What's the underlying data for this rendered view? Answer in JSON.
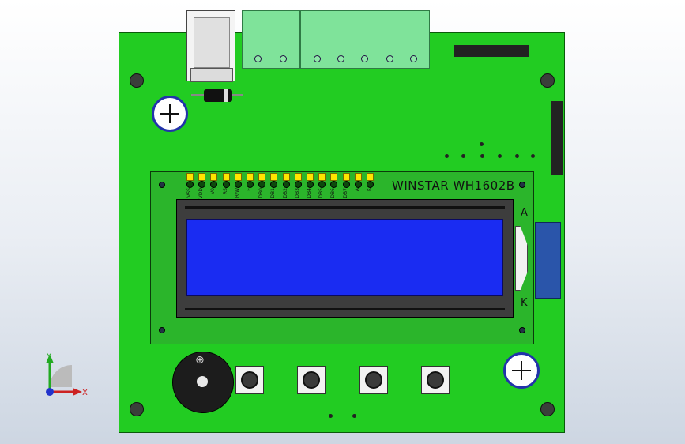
{
  "lcd": {
    "model_text": "WINSTAR WH1602B",
    "pin_labels": [
      "VSS",
      "VDD",
      "V0",
      "RS",
      "R/W",
      "E",
      "DB0",
      "DB1",
      "DB2",
      "DB3",
      "DB4",
      "DB5",
      "DB6",
      "DB7",
      "A",
      "K"
    ],
    "anode_label": "A",
    "cathode_label": "K",
    "screen_color": "#1a2cf2"
  },
  "buzzer": {
    "polarity_label": "⊕"
  },
  "axis": {
    "x_label": "X",
    "y_label": "Y"
  },
  "colors": {
    "pcb": "#22cc22",
    "background_top": "#ffffff",
    "background_bottom": "#cdd6e2"
  }
}
